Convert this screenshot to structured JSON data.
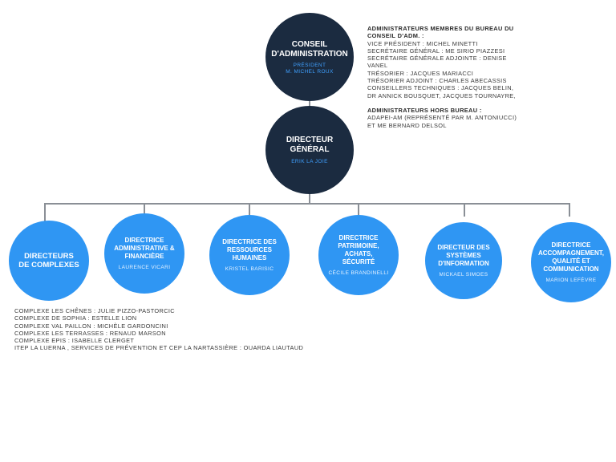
{
  "board": {
    "title_line1": "CONSEIL",
    "title_line2": "D'ADMINISTRATION",
    "sub_line1": "PRÉSIDENT",
    "sub_line2": "M. MICHEL ROUX"
  },
  "director_general": {
    "title": "DIRECTEUR GÉNÉRAL",
    "name": "ERIK LA JOIE"
  },
  "bureau": {
    "heading_line1": "ADMINISTRATEURS MEMBRES DU BUREAU DU",
    "heading_line2": "CONSEIL D'ADM. :",
    "members": [
      "VICE PRÉSIDENT : MICHEL MINETTI",
      "SECRÉTAIRE GÉNÉRAL : ME SIRIO PIAZZESI",
      "SECRÉTAIRE GÉNÉRALE ADJOINTE : DENISE",
      "VANEL",
      "TRÉSORIER : JACQUES MARIACCI",
      "TRÉSORIER ADJOINT : CHARLES ABECASSIS",
      "CONSEILLERS TECHNIQUES : JACQUES BELIN,",
      "DR ANNICK BOUSQUET, JACQUES TOURNAYRE,"
    ]
  },
  "hors_bureau": {
    "heading": "ADMINISTRATEURS HORS BUREAU :",
    "members": [
      "ADAPEI-AM (REPRÉSENTÉ PAR M. ANTONIUCCI)",
      "ET ME BERNARD DELSOL"
    ]
  },
  "departments": [
    {
      "title_lines": [
        "DIRECTEURS",
        "DE COMPLEXES"
      ],
      "name": ""
    },
    {
      "title_lines": [
        "DIRECTRICE",
        "ADMINISTRATIVE &",
        "FINANCIÈRE"
      ],
      "name": "LAURENCE VICARI"
    },
    {
      "title_lines": [
        "DIRECTRICE DES",
        "RESSOURCES",
        "HUMAINES"
      ],
      "name": "KRISTEL BARISIC"
    },
    {
      "title_lines": [
        "DIRECTRICE",
        "PATRIMOINE, ACHATS,",
        "SÉCURITÉ"
      ],
      "name": "CÉCILE BRANDINELLI"
    },
    {
      "title_lines": [
        "DIRECTEUR DES",
        "SYSTÈMES",
        "D'INFORMATION"
      ],
      "name": "MICKAEL SIMOES"
    },
    {
      "title_lines": [
        "DIRECTRICE",
        "ACCOMPAGNEMENT,",
        "QUALITÉ ET",
        "COMMUNICATION"
      ],
      "name": "MARION LEFÈVRE"
    }
  ],
  "complexes": [
    "COMPLEXE LES CHÊNES : JULIE PIZZO-PASTORCIC",
    "COMPLEXE DE SOPHIA : ESTELLE LION",
    "COMPLEXE VAL PAILLON : MICHÈLE GARDONCINI",
    "COMPLEXE LES TERRASSES : RENAUD MARSON",
    "COMPLEXE EPIS : ISABELLE CLERGET",
    "ITEP LA LUERNA , SERVICES DE PRÉVENTION ET CEP LA NARTASSIÈRE : OUARDA LIAUTAUD"
  ]
}
